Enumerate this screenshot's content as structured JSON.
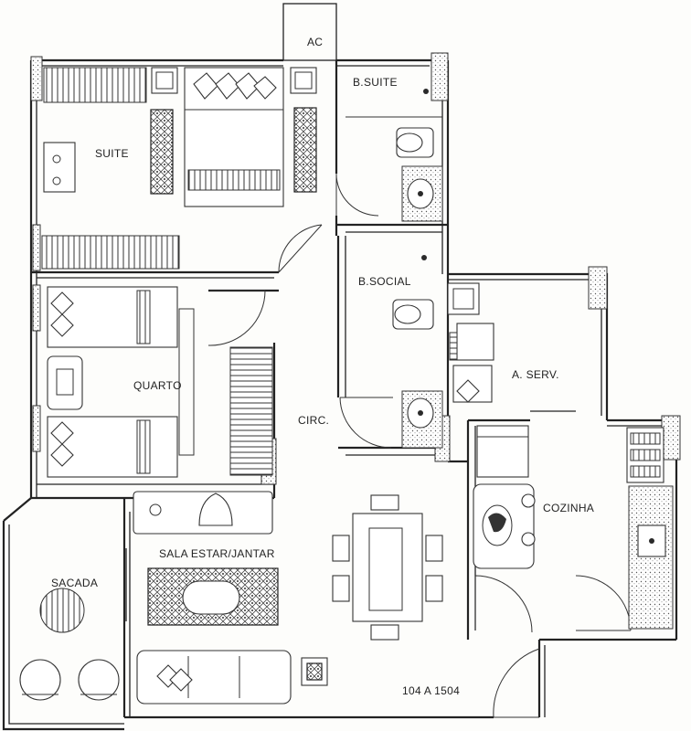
{
  "rooms": {
    "ac": "AC",
    "b_suite": "B.SUITE",
    "suite": "SUITE",
    "b_social": "B.SOCIAL",
    "quarto": "QUARTO",
    "a_serv": "A. SERV.",
    "circ": "CIRC.",
    "cozinha": "COZINHA",
    "sala": "SALA ESTAR/JANTAR",
    "sacada": "SACADA"
  },
  "unit_label": "104 A 1504"
}
